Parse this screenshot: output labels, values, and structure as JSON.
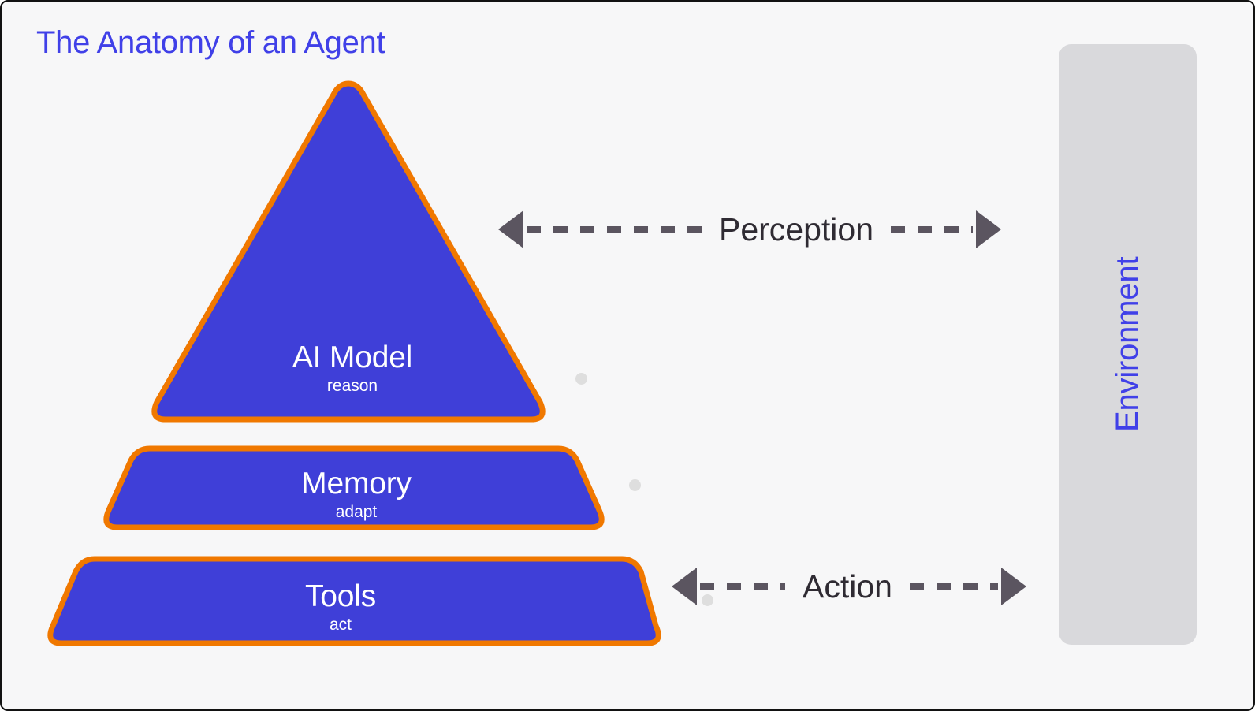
{
  "page": {
    "title": "The Anatomy of an Agent",
    "background_color": "#f7f7f8",
    "accent_color": "#4040e8"
  },
  "pyramid": {
    "fill_color": "#3f3fd8",
    "stroke_color": "#f07800",
    "layers": [
      {
        "id": "ai-model",
        "title": "AI Model",
        "subtitle": "reason",
        "shape": "triangle"
      },
      {
        "id": "memory",
        "title": "Memory",
        "subtitle": "adapt",
        "shape": "trapezoid"
      },
      {
        "id": "tools",
        "title": "Tools",
        "subtitle": "act",
        "shape": "trapezoid"
      }
    ]
  },
  "flows": [
    {
      "id": "perception",
      "label": "Perception",
      "style": "dashed",
      "direction": "bidirectional",
      "color": "#5b5560"
    },
    {
      "id": "action",
      "label": "Action",
      "style": "dashed",
      "direction": "bidirectional",
      "color": "#5b5560"
    }
  ],
  "environment": {
    "label": "Environment",
    "fill_color": "#d9d9dc",
    "text_color": "#4040e8",
    "orientation": "vertical"
  }
}
